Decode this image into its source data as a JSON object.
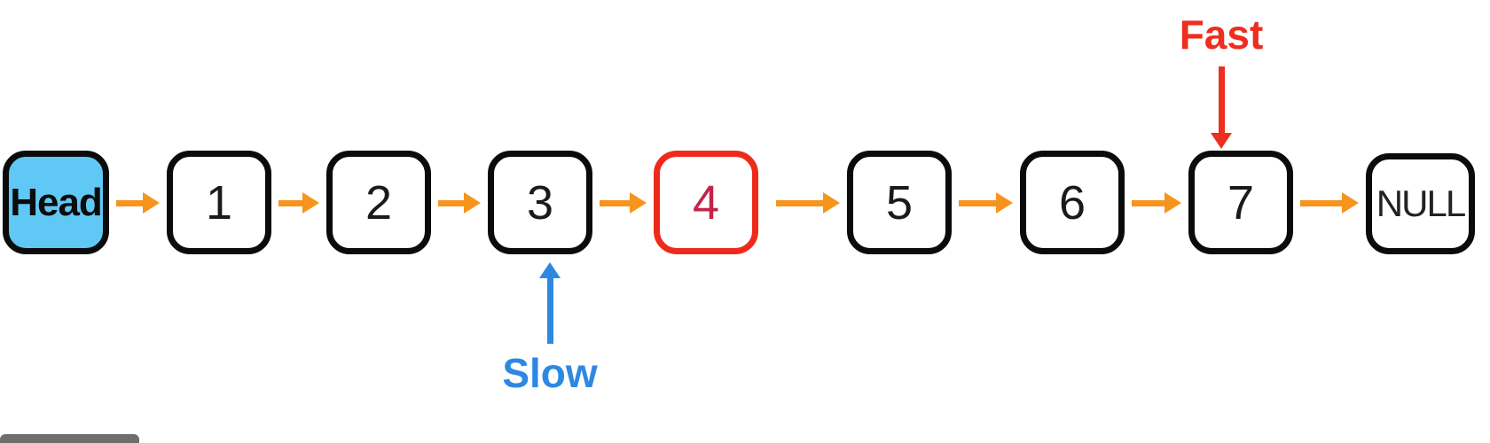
{
  "diagram": {
    "type": "linked-list",
    "nodes": [
      {
        "label": "Head",
        "role": "head"
      },
      {
        "label": "1",
        "role": "element"
      },
      {
        "label": "2",
        "role": "element"
      },
      {
        "label": "3",
        "role": "element"
      },
      {
        "label": "4",
        "role": "element-highlighted"
      },
      {
        "label": "5",
        "role": "element"
      },
      {
        "label": "6",
        "role": "element"
      },
      {
        "label": "7",
        "role": "element"
      },
      {
        "label": "NULL",
        "role": "terminator"
      }
    ],
    "pointers": {
      "fast": {
        "label": "Fast",
        "points_to": "7",
        "direction": "down",
        "color": "#ee2e1e"
      },
      "slow": {
        "label": "Slow",
        "points_to": "3",
        "direction": "up",
        "color": "#2d88e2"
      }
    },
    "highlighted_node": "4",
    "colors": {
      "link_arrow": "#f7941e",
      "head_fill": "#60c8f4",
      "node_border": "#0b0b0b",
      "highlight_border": "#ee2b1b",
      "highlight_text": "#c22349"
    }
  }
}
